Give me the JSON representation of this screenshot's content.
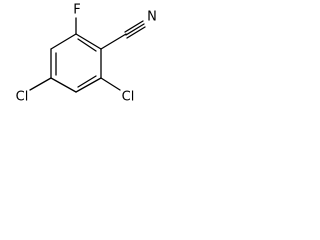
{
  "atoms": {
    "fluorine": "F",
    "nitrile_nitrogen": "N",
    "chlorine_left": "Cl",
    "chlorine_right": "Cl"
  }
}
